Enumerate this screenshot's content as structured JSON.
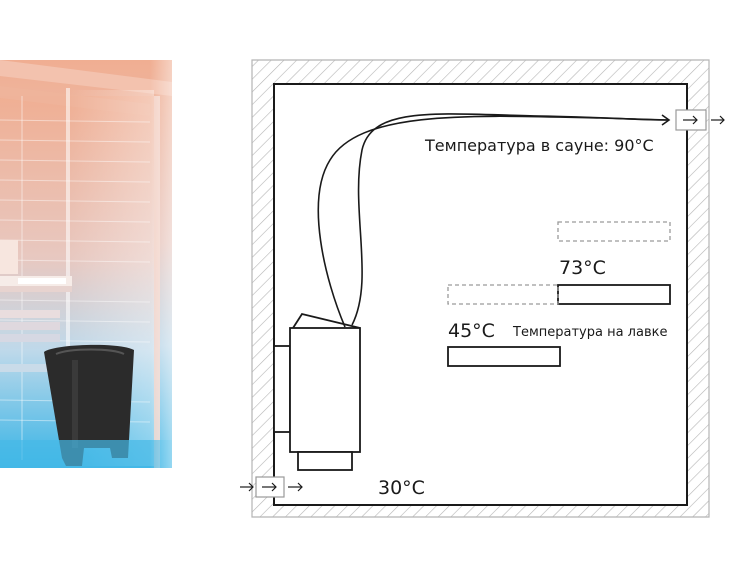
{
  "labels": {
    "sauna_temp": "Температура в сауне: 90°C",
    "upper_bench_temp": "73°C",
    "lower_bench_temp": "45°C",
    "bench_caption": "Температура на лавке",
    "floor_temp": "30°C"
  },
  "colors": {
    "wall_hatch": "#b5b5b5",
    "line": "#1a1a1a",
    "dashed": "#9a9a9a",
    "sauna_warm": "#f2b79f",
    "sauna_cool": "#3fb6e6",
    "heater": "#2b2b2b"
  },
  "icons": {
    "vent_in": "arrow-right-icon",
    "vent_out": "arrow-right-icon"
  }
}
